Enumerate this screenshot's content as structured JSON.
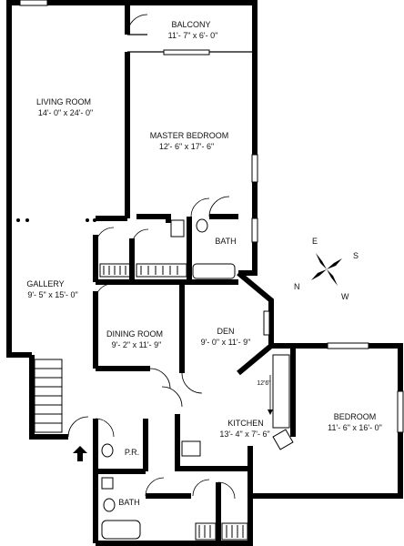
{
  "rooms": {
    "balcony": {
      "name": "BALCONY",
      "dims": "11'- 7\" x 6'- 0\""
    },
    "living_room": {
      "name": "LIVING ROOM",
      "dims": "14'- 0\" x 24'- 0\""
    },
    "master_bedroom": {
      "name": "MASTER BEDROOM",
      "dims": "12'- 6\" x 17'- 6\""
    },
    "bath_master": {
      "name": "BATH"
    },
    "gallery": {
      "name": "GALLERY",
      "dims": "9'- 5\" x 15'- 0\""
    },
    "dining_room": {
      "name": "DINING ROOM",
      "dims": "9'- 2\" x 11'- 9\""
    },
    "den": {
      "name": "DEN",
      "dims": "9'- 0\" x 11'- 9\""
    },
    "kitchen": {
      "name": "KITCHEN",
      "dims": "13'- 4\" x 7'- 6\""
    },
    "bedroom": {
      "name": "BEDROOM",
      "dims": "11'- 6\" x 16'- 0\""
    },
    "powder_room": {
      "name": "P.R."
    },
    "bath_lower": {
      "name": "BATH"
    }
  },
  "annotations": {
    "kitchen_dim": "12'6\""
  },
  "compass": {
    "n": "N",
    "s": "S",
    "e": "E",
    "w": "W"
  }
}
